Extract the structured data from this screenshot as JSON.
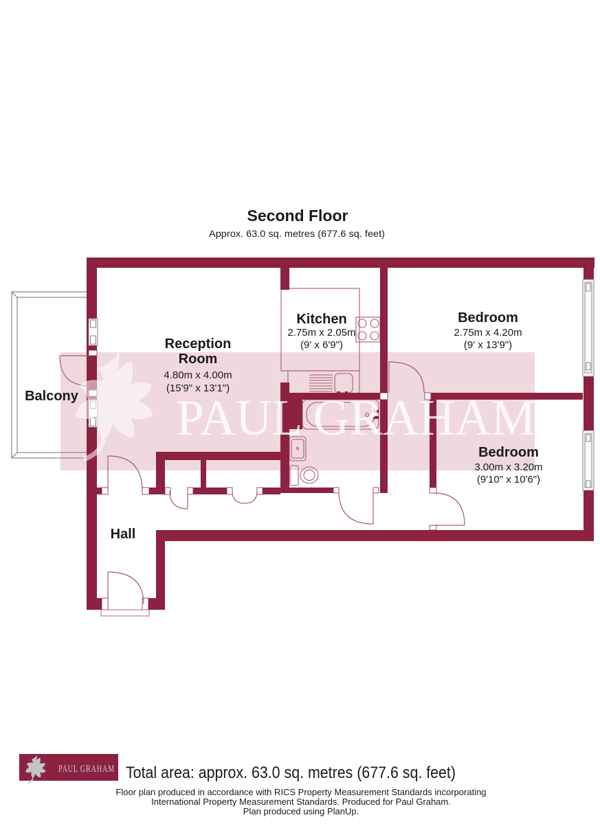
{
  "title": {
    "name": "Second Floor",
    "area": "Approx. 63.0 sq. metres (677.6 sq. feet)"
  },
  "rooms": {
    "reception": {
      "name_line1": "Reception",
      "name_line2": "Room",
      "metric": "4.80m x 4.00m",
      "imperial": "(15'9\" x 13'1\")"
    },
    "kitchen": {
      "name": "Kitchen",
      "metric": "2.75m x 2.05m",
      "imperial": "(9' x 6'9\")"
    },
    "bedroom1": {
      "name": "Bedroom",
      "metric": "2.75m x 4.20m",
      "imperial": "(9' x 13'9\")"
    },
    "bedroom2": {
      "name": "Bedroom",
      "metric": "3.00m x 3.20m",
      "imperial": "(9'10\" x 10'6\")"
    },
    "balcony": {
      "name": "Balcony"
    },
    "hall": {
      "name": "Hall"
    }
  },
  "watermark": {
    "text": "PAUL GRAHAM"
  },
  "logo": {
    "text": "PAUL GRAHAM"
  },
  "summary": {
    "total_area": "Total area: approx. 63.0 sq. metres (677.6 sq. feet)"
  },
  "footer": {
    "line1": "Floor plan produced in accordance with RICS Property Measurement Standards incorporating",
    "line2": "International Property Measurement Standards. Produced for Paul Graham.",
    "line3": "Plan produced using PlanUp."
  },
  "colors": {
    "wall": "#8C2141",
    "fixture_line": "#A85A70",
    "watermark_band": "#EFD9DF",
    "balcony_line": "#8E8E8E",
    "logo_background": "#8C2141",
    "logo_silver": "#C9CAD1"
  }
}
